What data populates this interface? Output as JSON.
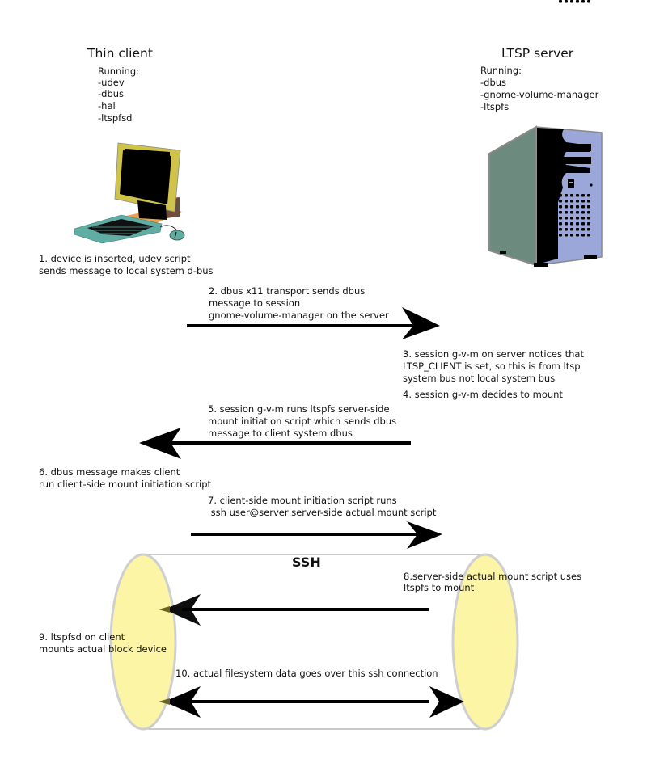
{
  "client": {
    "title": "Thin client",
    "running_header": "Running:",
    "running": [
      "-udev",
      "-dbus",
      "-hal",
      "-ltspfsd"
    ],
    "icon": "desktop-computer-icon"
  },
  "server": {
    "title": "LTSP server",
    "running_header": "Running:",
    "running": [
      "-dbus",
      "-gnome-volume-manager",
      "-ltspfs"
    ],
    "icon": "tower-server-icon"
  },
  "steps": [
    {
      "id": 1,
      "lines": [
        "1. device is inserted, udev script",
        "sends message to local system d-bus"
      ]
    },
    {
      "id": 2,
      "lines": [
        "2. dbus x11 transport sends dbus",
        "message to session",
        "gnome-volume-manager on the server"
      ]
    },
    {
      "id": 3,
      "lines": [
        "3. session g-v-m on server notices that",
        "LTSP_CLIENT is set, so this is from ltsp",
        "system bus not local system bus"
      ]
    },
    {
      "id": 4,
      "lines": [
        "4. session g-v-m decides to mount"
      ]
    },
    {
      "id": 5,
      "lines": [
        "5. session g-v-m runs ltspfs server-side",
        "mount initiation script which sends dbus",
        "message to client system dbus"
      ]
    },
    {
      "id": 6,
      "lines": [
        "6. dbus message makes client",
        "run client-side mount initiation script"
      ]
    },
    {
      "id": 7,
      "lines": [
        "7. client-side mount initiation script runs",
        " ssh user@server server-side actual mount script"
      ]
    },
    {
      "id": 8,
      "lines": [
        "8.server-side actual mount script uses",
        "ltspfs to mount"
      ]
    },
    {
      "id": 9,
      "lines": [
        "9. ltspfsd on client",
        "mounts actual block device"
      ]
    },
    {
      "id": 10,
      "lines": [
        "10. actual filesystem data goes over this ssh connection"
      ]
    }
  ],
  "arrows": [
    {
      "name": "arrow-step-2",
      "direction": "right"
    },
    {
      "name": "arrow-step-5",
      "direction": "left"
    },
    {
      "name": "arrow-step-7",
      "direction": "right"
    },
    {
      "name": "arrow-step-8",
      "direction": "left"
    },
    {
      "name": "arrow-step-10",
      "direction": "both"
    }
  ],
  "tunnel": {
    "label": "SSH",
    "fill_color": "#fdf5a6",
    "outline_color": "#cfcfcf"
  },
  "colors": {
    "monitor_frame": "#cfc349",
    "keyboard": "#5fada3",
    "desk_pad": "#f0a04a",
    "monitor_stand": "#6e4c3e",
    "server_side": "#6c8a7d",
    "server_front": "#9aa7d8"
  }
}
